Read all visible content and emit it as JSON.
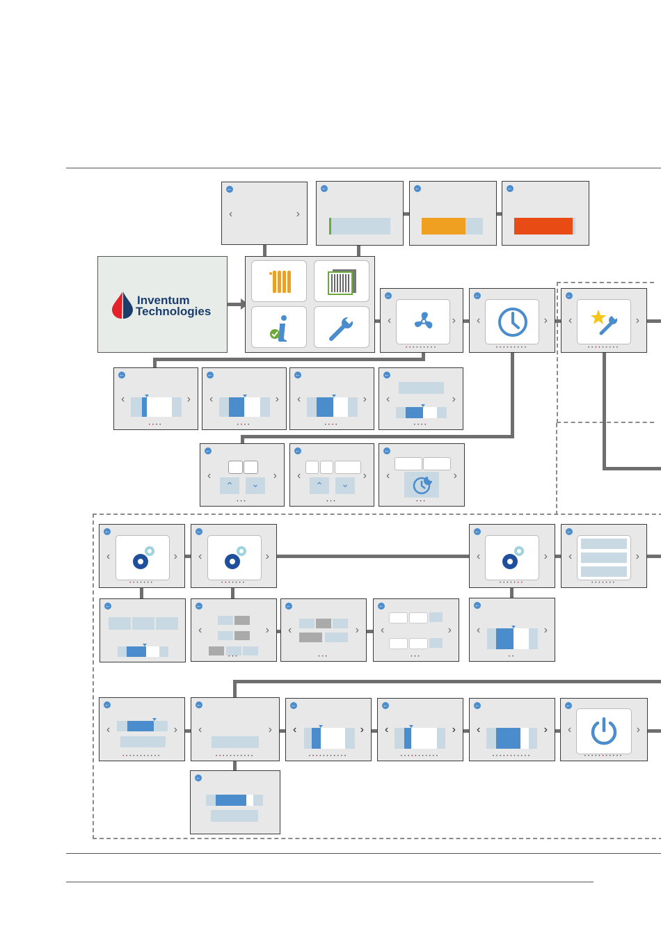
{
  "brand": {
    "name_line1": "Inventum",
    "name_line2": "Technologies",
    "text_color": "#1a3d6b",
    "drop_colors": [
      "#e4202a",
      "#1a3d6b"
    ]
  },
  "colors": {
    "accent": "#4a8ccc",
    "light_bar": "#c9d9e4",
    "progress_low": "#6aaa3a",
    "progress_mid": "#f0a020",
    "progress_high": "#e84c14",
    "star": "#f5c518",
    "gear_dark": "#1f4f9a",
    "gear_light": "#9ed2dc"
  },
  "icons": {
    "back": "back-arrow-circle-icon",
    "prev": "chevron-left-icon",
    "next": "chevron-right-icon",
    "fan": "fan-icon",
    "clock": "clock-icon",
    "star_wrench": "star-wrench-icon",
    "gear": "gear-icon",
    "power": "power-icon",
    "radiator": "radiator-icon",
    "filter": "filter-icon",
    "info": "info-check-icon",
    "wrench": "wrench-icon",
    "night_clock": "clock-moon-icon"
  },
  "progress": {
    "filter_low": 0.03,
    "filter_mid": 0.72,
    "filter_high": 0.96
  },
  "glyphs": {
    "back": "←",
    "prev": "‹",
    "next": "›",
    "up": "⌃",
    "down": "⌄",
    "dot": "•"
  }
}
